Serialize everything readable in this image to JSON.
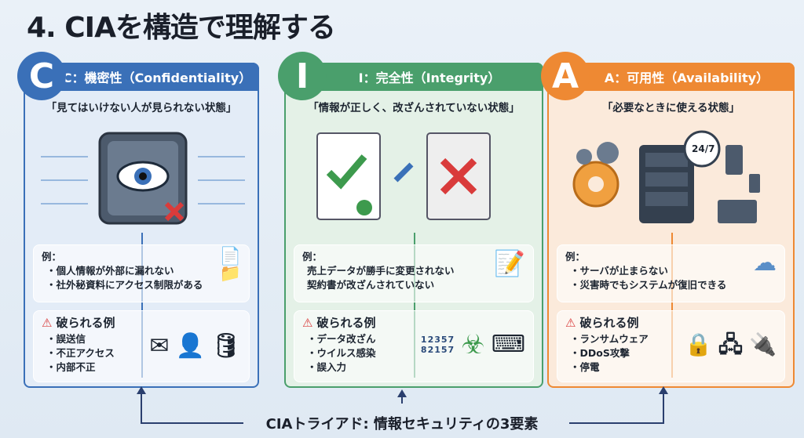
{
  "title": "4. CIAを構造で理解する",
  "colors": {
    "c": "#3a70b8",
    "i": "#4a9f6c",
    "a": "#ee8933",
    "warning": "#d93b3b"
  },
  "cards": [
    {
      "letter": "C",
      "header": "C：機密性（Confidentiality）",
      "quote": "「見てはいけない人が見られない状態」",
      "ex_label": "例：",
      "examples": [
        "・個人情報が外部に漏れない",
        "・社外秘資料にアクセス制限がある"
      ],
      "broken_label": "破られる例",
      "broken": [
        "・誤送信",
        "・不正アクセス",
        "・内部不正"
      ]
    },
    {
      "letter": "I",
      "header": "I：完全性（Integrity）",
      "quote": "「情報が正しく、改ざんされていない状態」",
      "ex_label": "例：",
      "examples": [
        "売上データが勝手に変更されない",
        "契約書が改ざんされていない"
      ],
      "broken_label": "破られる例",
      "broken": [
        "・データ改ざん",
        "・ウイルス感染",
        "・誤入力"
      ],
      "numbers": [
        "12357",
        "82157"
      ]
    },
    {
      "letter": "A",
      "header": "A：可用性（Availability）",
      "quote": "「必要なときに使える状態」",
      "ex_label": "例：",
      "examples": [
        "・サーバが止まらない",
        "・災害時でもシステムが復旧できる"
      ],
      "broken_label": "破られる例",
      "broken": [
        "・ランサムウェア",
        "・DDoS攻撃",
        "・停電"
      ],
      "clock": "24/7"
    }
  ],
  "caption": "CIAトライアド: 情報セキュリティの3要素"
}
